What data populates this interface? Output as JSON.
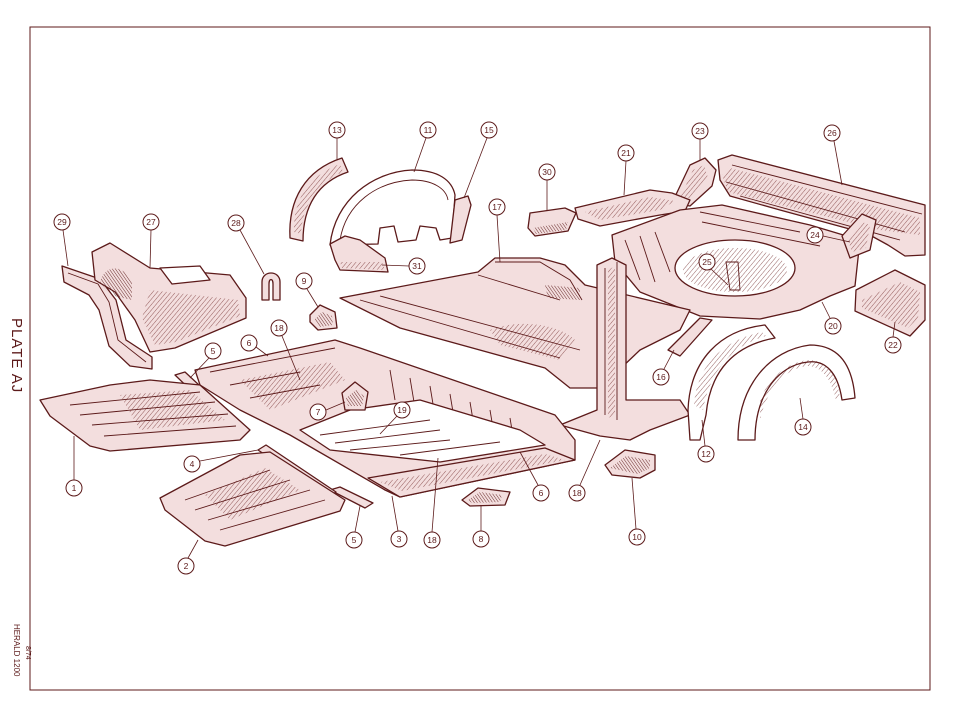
{
  "plate_title": "PLATE AJ",
  "footer": {
    "code": "8/74",
    "model": "HERALD 1200"
  },
  "callouts": [
    "13",
    "11",
    "15",
    "30",
    "21",
    "23",
    "26",
    "29",
    "27",
    "28",
    "17",
    "31",
    "9",
    "24",
    "25",
    "18",
    "6",
    "5",
    "20",
    "22",
    "16",
    "7",
    "19",
    "4",
    "1",
    "12",
    "14",
    "6",
    "18",
    "5",
    "3",
    "18",
    "8",
    "10",
    "2"
  ],
  "colors": {
    "ink": "#5c1a1a",
    "tint": "#f3dede",
    "paper": "#ffffff"
  }
}
